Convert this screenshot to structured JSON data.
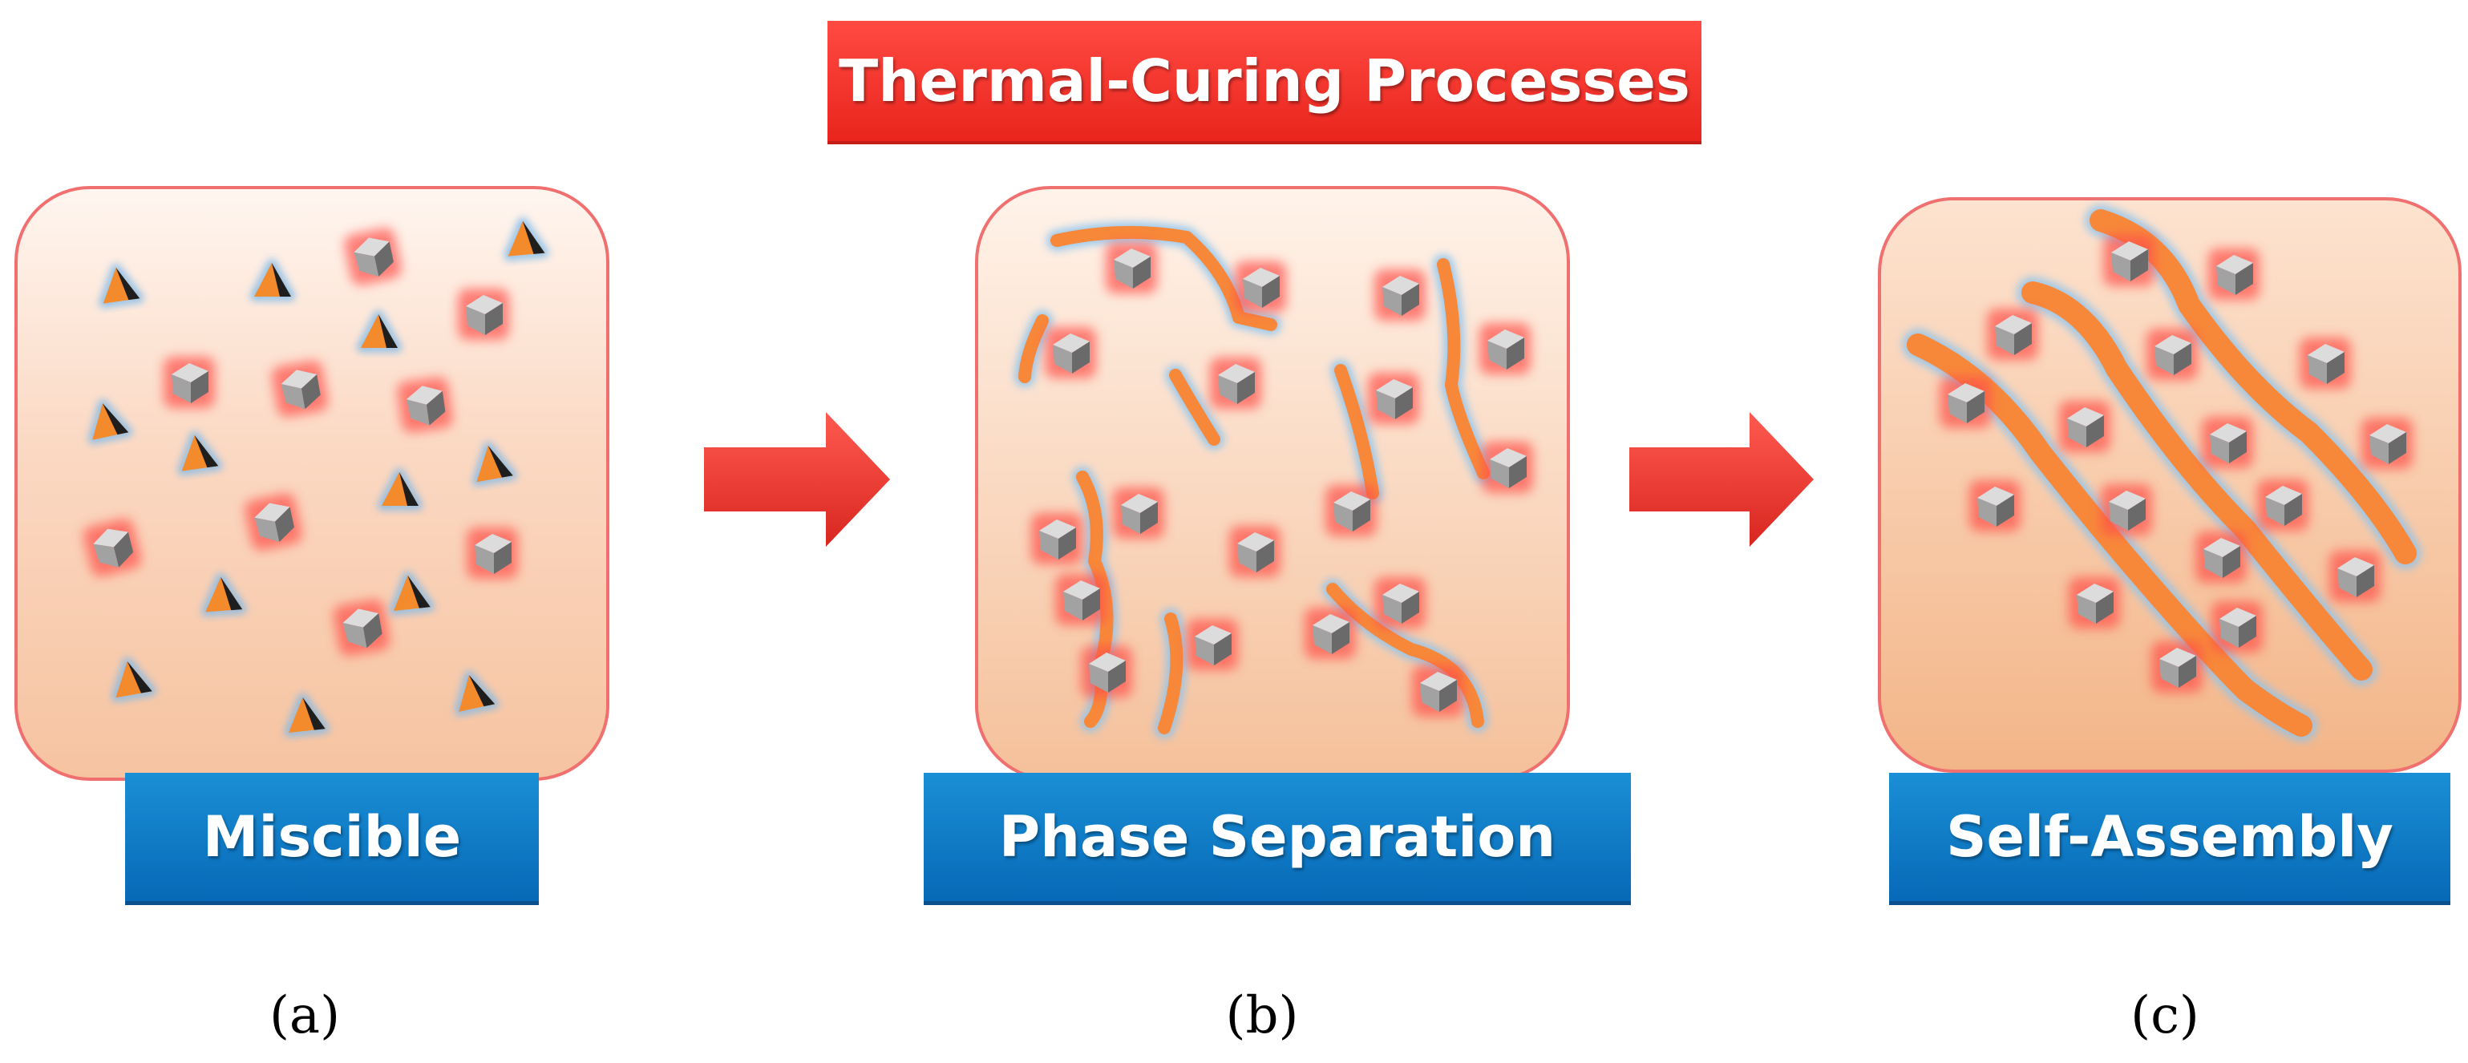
{
  "banner": {
    "title": "Thermal-Curing Processes"
  },
  "panels": [
    {
      "label": "Miscible",
      "caption": "(a)"
    },
    {
      "label": "Phase Separation",
      "caption": "(b)"
    },
    {
      "label": "Self-Assembly",
      "caption": "(c)"
    }
  ],
  "colors": {
    "banner": "#ef2f27",
    "label": "#0f7cc8",
    "panel_border": "#f07070",
    "panel_fill_top": "#fff4ee",
    "panel_fill_bottom": "#f7c39c",
    "arrow": "#ee3a33",
    "polymer_chain": "#f7883a",
    "chain_glow": "#8fc4ee",
    "cube": "#9a9a9a",
    "cube_glow": "#ff5a50"
  },
  "icons": [
    "right-arrow-icon",
    "cube-particle-icon",
    "triangle-particle-icon",
    "polymer-chain-icon"
  ]
}
